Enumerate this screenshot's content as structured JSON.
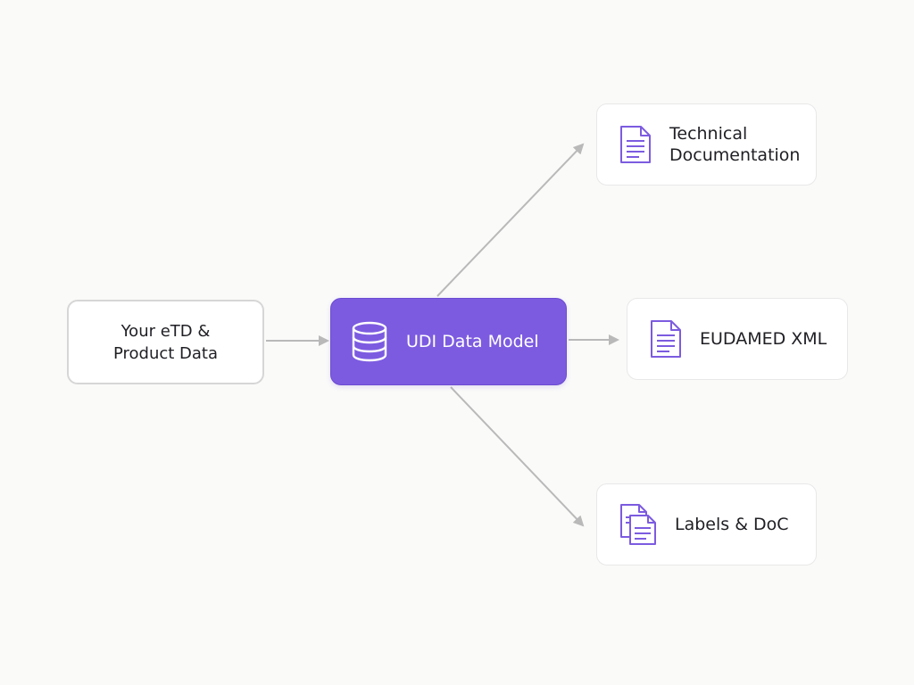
{
  "nodes": {
    "input": {
      "label": "Your eTD & Product Data"
    },
    "hub": {
      "label": "UDI Data Model",
      "icon": "database-icon"
    },
    "outputs": [
      {
        "label": "Technical Documentation",
        "icon": "document-icon"
      },
      {
        "label": "EUDAMED XML",
        "icon": "document-icon"
      },
      {
        "label": "Labels & DoC",
        "icon": "documents-icon"
      }
    ]
  },
  "colors": {
    "accent": "#7c5be0",
    "icon": "#7c5be0",
    "connector": "#b9b9b9",
    "card_border": "#e8e8e8",
    "input_border": "#d6d6d6",
    "background": "#fafaf9"
  }
}
